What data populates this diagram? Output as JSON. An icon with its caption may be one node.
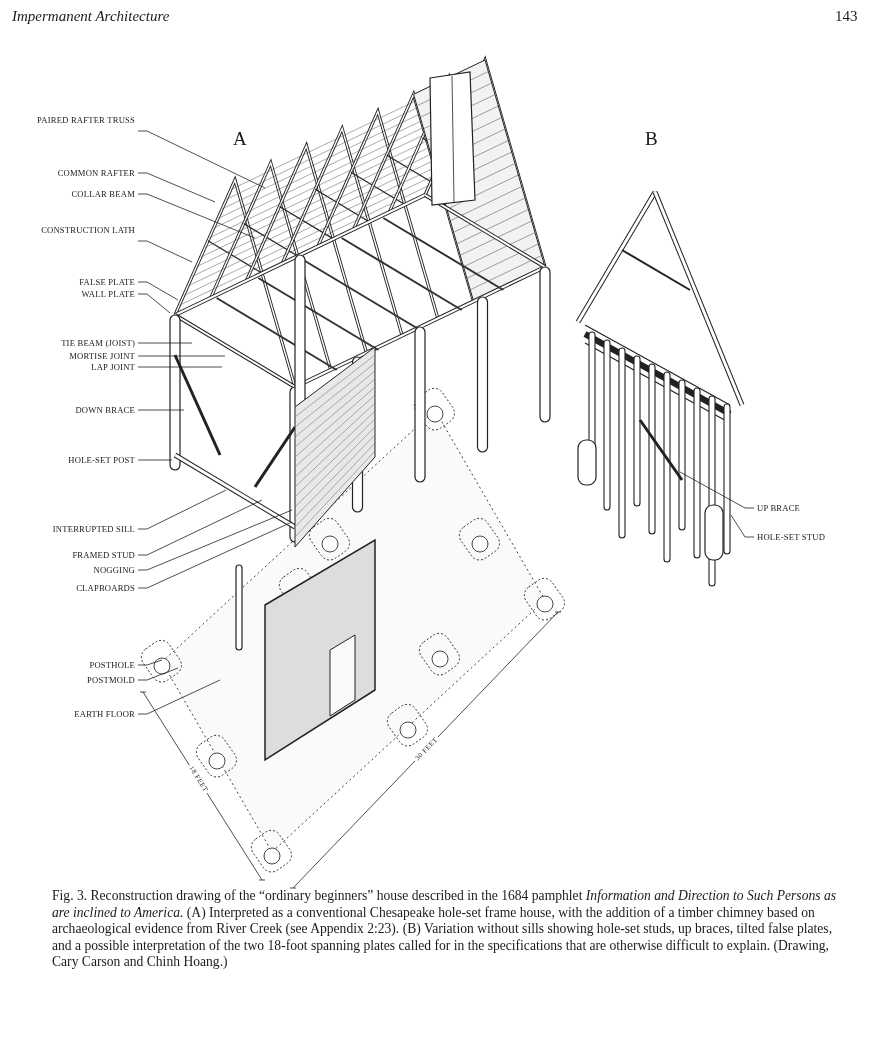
{
  "diagram": {
    "caption": "Fig. 3. Reconstruction drawing of the “ordinary beginners” house described in the 1684 pamphlet *Information and Direction to Such Persons as are inclined to America.* (A) Interpreted as a conventional Chesapeake hole-set frame house, with the addition of a timber chimney based on archaeological evidence from River Creek (see Appendix 2:23). (B) Variation without sills showing hole-set studs, up braces, tilted false plates, and a possible interpretation of the two 18-foot spanning plates called for in the specifications that are otherwise difficult to explain. (Drawing, Cary Carson and Chinh Hoang.)",
    "nodes": [
      {
        "text": [
          "PAIRED RAFTER TRUSS"
        ]
      },
      {
        "text": [
          "COMMON RAFTER"
        ]
      },
      {
        "text": [
          "COLLAR BEAM"
        ]
      },
      {
        "text": [
          "CONSTRUCTION LATH"
        ]
      },
      {
        "text": [
          "FALSE PLATE"
        ]
      },
      {
        "text": [
          "WALL PLATE"
        ]
      },
      {
        "text": [
          "TIE BEAM (JOIST)"
        ]
      },
      {
        "text": [
          "MORTISE JOINT"
        ]
      },
      {
        "text": [
          "LAP JOINT"
        ]
      },
      {
        "text": [
          "DOWN BRACE"
        ]
      },
      {
        "text": [
          "HOLE-SET POST"
        ]
      },
      {
        "text": [
          "INTERRUPTED SILL"
        ]
      },
      {
        "text": [
          "FRAMED STUD"
        ]
      },
      {
        "text": [
          "NOGGING"
        ]
      },
      {
        "text": [
          "CLAPBOARDS"
        ]
      },
      {
        "text": [
          "POSTHOLE"
        ]
      },
      {
        "text": [
          "POSTMOLD"
        ]
      },
      {
        "text": [
          "EARTH FLOOR"
        ]
      },
      {
        "text": [
          "UP BRACE"
        ]
      },
      {
        "text": [
          "HOLE-SET STUD"
        ]
      }
    ],
    "edges": [
      {
        "from": 0,
        "to": null,
        "arrow": "none"
      },
      {
        "from": 1,
        "to": null,
        "arrow": "none"
      },
      {
        "from": 2,
        "to": null,
        "arrow": "none"
      },
      {
        "from": 3,
        "to": null,
        "arrow": "none"
      },
      {
        "from": 4,
        "to": null,
        "arrow": "none"
      },
      {
        "from": 5,
        "to": null,
        "arrow": "none"
      },
      {
        "from": 6,
        "to": null,
        "arrow": "none"
      },
      {
        "from": 7,
        "to": null,
        "arrow": "none"
      },
      {
        "from": 8,
        "to": null,
        "arrow": "none"
      },
      {
        "from": 9,
        "to": null,
        "arrow": "none"
      },
      {
        "from": 10,
        "to": null,
        "arrow": "none"
      },
      {
        "from": 11,
        "to": null,
        "arrow": "none"
      },
      {
        "from": 12,
        "to": null,
        "arrow": "none"
      },
      {
        "from": 13,
        "to": null,
        "arrow": "none"
      },
      {
        "from": 14,
        "to": null,
        "arrow": "none"
      },
      {
        "from": 15,
        "to": null,
        "arrow": "none"
      },
      {
        "from": 16,
        "to": null,
        "arrow": "none"
      },
      {
        "from": 17,
        "to": null,
        "arrow": "none"
      },
      {
        "from": 18,
        "to": null,
        "arrow": "none"
      },
      {
        "from": 19,
        "to": null,
        "arrow": "none"
      }
    ],
    "labels": [
      "Impermanent Architecture",
      "143",
      "A",
      "B",
      "18 FEET",
      "30 FEET"
    ]
  }
}
